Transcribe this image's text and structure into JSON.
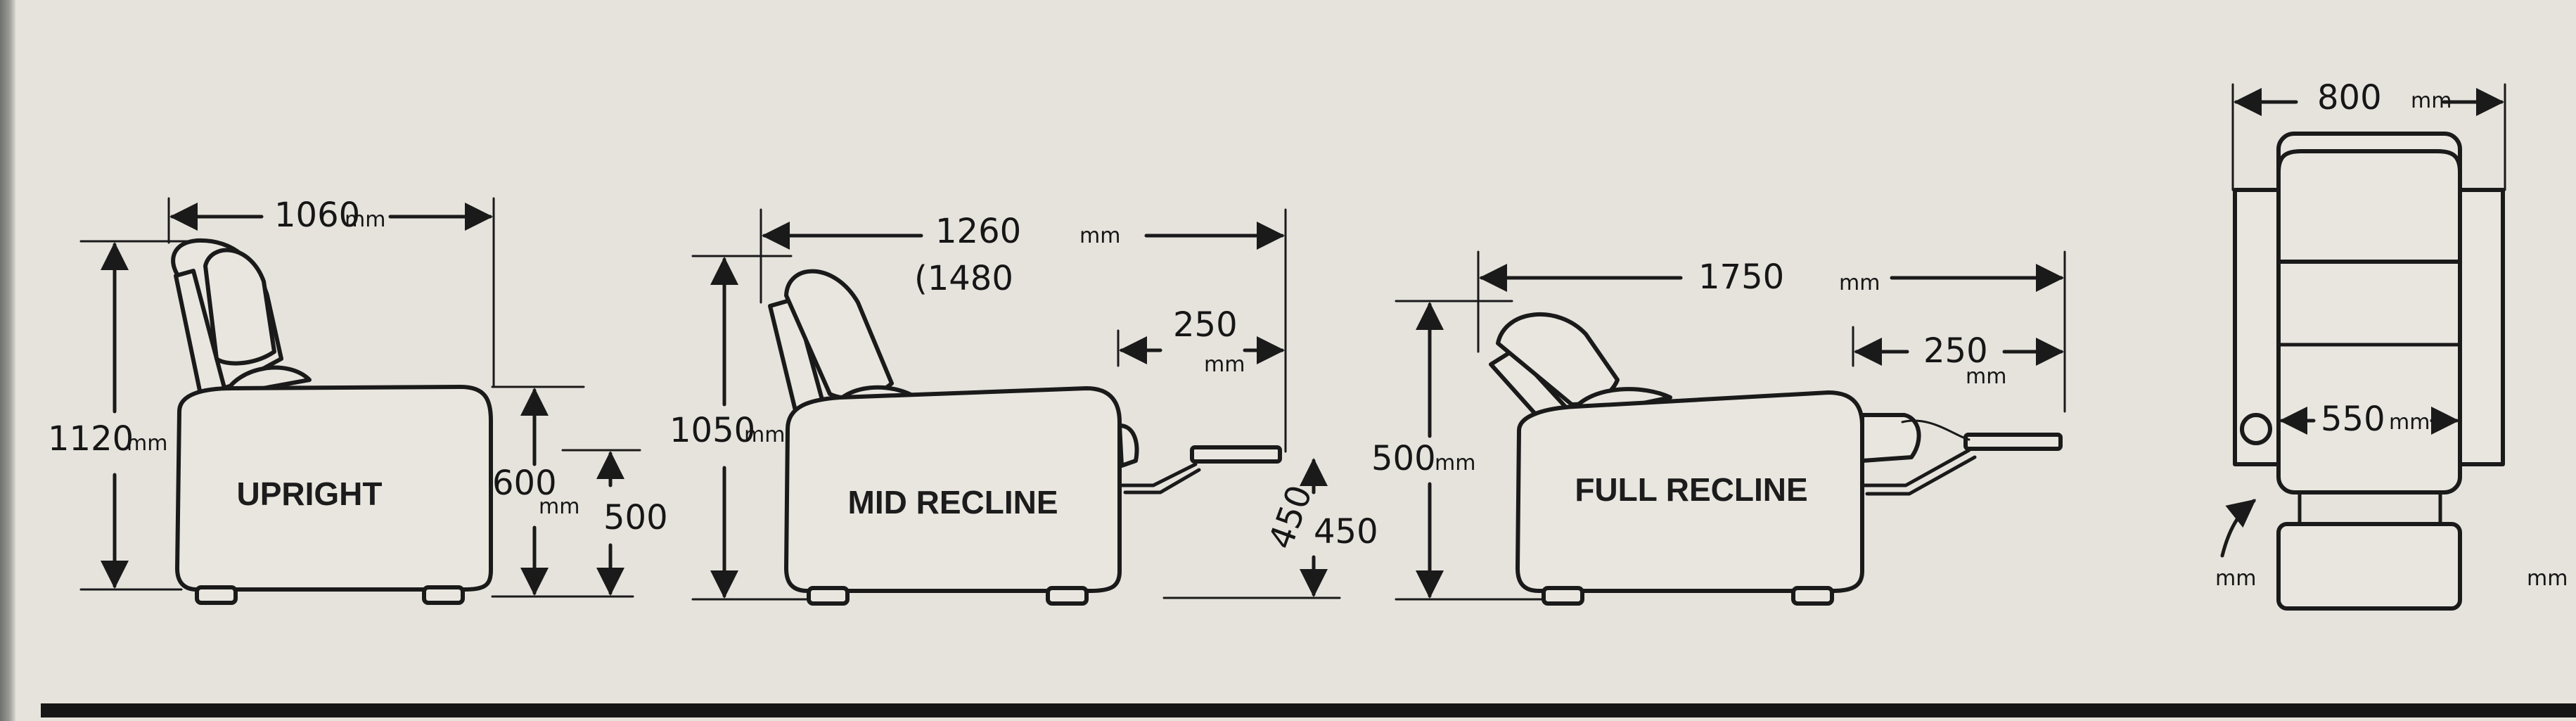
{
  "views": {
    "upright": {
      "title": "UPRIGHT",
      "width": {
        "value": "1060",
        "unit": "mm"
      },
      "height": {
        "value": "1120",
        "unit": "mm"
      },
      "arm_height": {
        "value": "600",
        "unit": "mm"
      },
      "seat_height": {
        "value": "500"
      }
    },
    "mid_recline": {
      "title": "MID RECLINE",
      "length": {
        "value": "1260",
        "unit": "mm",
        "alt": "(1480"
      },
      "height": {
        "value": "1050",
        "unit": "mm"
      },
      "footrest": {
        "value": "250",
        "unit": "mm"
      },
      "footrest_height": {
        "value_a": "450",
        "value_b": "450"
      }
    },
    "full_recline": {
      "title": "FULL RECLINE",
      "length": {
        "value": "1750",
        "unit": "mm"
      },
      "height": {
        "value": "500",
        "unit": "mm"
      },
      "footrest": {
        "value": "250",
        "unit": "mm"
      }
    },
    "top": {
      "width": {
        "value": "800",
        "unit": "mm"
      },
      "seat_width": {
        "value": "550",
        "unit": "mm"
      },
      "left_unit": "mm",
      "right_unit": "mm"
    }
  },
  "colors": {
    "paper": "#e6e3dd",
    "ink": "#1a1a1a"
  }
}
